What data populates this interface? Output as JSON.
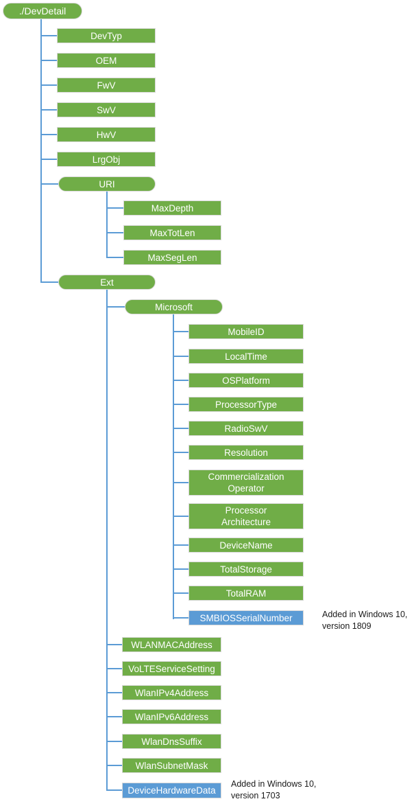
{
  "diagram": {
    "type": "tree-diagram",
    "root_label": "./DevDetail",
    "colors": {
      "node_green": "#70AD47",
      "node_blue": "#5B9BD5",
      "connector_blue": "#5B9BD5",
      "node_border_gray": "#D8D8D8",
      "node_text": "#FFFFFF",
      "annotation_text": "#1A1A1A"
    }
  },
  "nodes": [
    {
      "label": "./DevDetail"
    },
    {
      "label": "DevTyp"
    },
    {
      "label": "OEM"
    },
    {
      "label": "FwV"
    },
    {
      "label": "SwV"
    },
    {
      "label": "HwV"
    },
    {
      "label": "LrgObj"
    },
    {
      "label": "URI"
    },
    {
      "label": "MaxDepth"
    },
    {
      "label": "MaxTotLen"
    },
    {
      "label": "MaxSegLen"
    },
    {
      "label": "Ext"
    },
    {
      "label": "Microsoft"
    },
    {
      "label": "MobileID"
    },
    {
      "label": "LocalTime"
    },
    {
      "label": "OSPlatform"
    },
    {
      "label": "ProcessorType"
    },
    {
      "label": "RadioSwV"
    },
    {
      "label": "Resolution"
    },
    {
      "label": "Commercialization\nOperator"
    },
    {
      "label": "Processor\nArchitecture"
    },
    {
      "label": "DeviceName"
    },
    {
      "label": "TotalStorage"
    },
    {
      "label": "TotalRAM"
    },
    {
      "label": "SMBIOSSerialNumber"
    },
    {
      "label": "WLANMACAddress"
    },
    {
      "label": "VoLTEServiceSetting"
    },
    {
      "label": "WlanIPv4Address"
    },
    {
      "label": "WlanIPv6Address"
    },
    {
      "label": "WlanDnsSuffix"
    },
    {
      "label": "WlanSubnetMask"
    },
    {
      "label": "DeviceHardwareData"
    }
  ],
  "annotations": [
    {
      "text": "Added in Windows 10,\nversion 1809"
    },
    {
      "text": "Added in Windows 10,\nversion 1703"
    }
  ]
}
